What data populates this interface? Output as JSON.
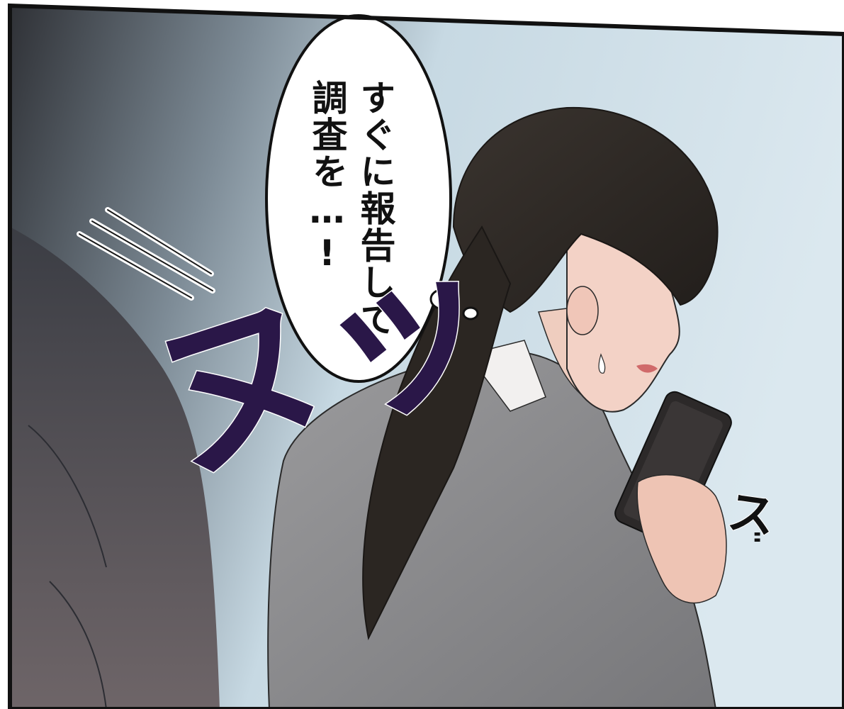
{
  "speech_bubble": {
    "line_1": "すぐに報告して",
    "line_2": "調査を…!"
  },
  "sfx": {
    "main": "ヌッ",
    "small": "ス",
    "small_dots": "::"
  },
  "colors": {
    "panel_border": "#111111",
    "background_light": "#d6e5ee",
    "background_dark": "#3a3d44",
    "sfx_main": "#2a1748",
    "suit": "#8a8a8c",
    "hair": "#2b2622",
    "skin": "#f3d2c6",
    "phone": "#2c2929"
  }
}
